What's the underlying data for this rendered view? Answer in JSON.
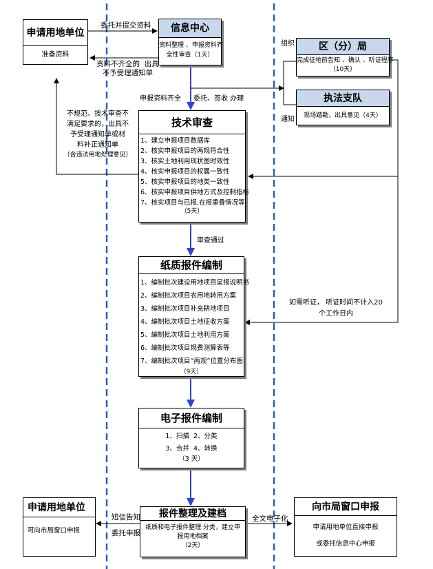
{
  "colors": {
    "arrow_blue": "#3344cc",
    "dash_blue": "#2a5fb0",
    "header_blue": "#c8d8ec",
    "shadow": "#7f7f7f"
  },
  "boxes": {
    "applicant_top": {
      "title": "申请用地单位",
      "body": "准备资料"
    },
    "info_center": {
      "title": "信息中心",
      "body": [
        "资料整理 、申报资料齐",
        "全性审查（1天）"
      ]
    },
    "district": {
      "title": "区（分）局",
      "body": [
        "完成征地前告知 、确认 、听证程序",
        "（10天）"
      ]
    },
    "enforcement": {
      "title": "执法支队",
      "body": "现场踏勘，出具意见（4天）"
    },
    "tech_review": {
      "title": "技术审查",
      "items": [
        "1、建立申报项目数据库",
        "2、核实申报项目的两规符合性",
        "3、核实土地利用现状图时效性",
        "4、核实申报项目的权属一致性",
        "5、核实申报项目的地类一致性",
        "6、核实申报项目供地方式及控制指标",
        "7、核实项目与已报,在报重叠情况等"
      ],
      "days": "（5天）"
    },
    "paper": {
      "title": "纸质报件编制",
      "items": [
        "1、编制批次建设用地项目呈报说明书",
        "2、编制批次项目农用地转用方案",
        "3、编制批次项目补充耕地项目",
        "4、编制批次项目土地征收方案",
        "5、编制批次项目土地利用方案",
        "6、编制批次项目规费测算表等",
        "7、编制批次项目“两规”位置分布图"
      ],
      "days": "（9天）"
    },
    "electronic": {
      "title": "电子报件编制",
      "items": [
        "1、扫描  2、分类",
        "3、合并  4、转换"
      ],
      "days": "（3 天）"
    },
    "archive": {
      "title": "报件整理及建档",
      "body": [
        "纸质和电子报件整理 分类，建立申",
        "报用地档案"
      ],
      "days": "（2天）"
    },
    "applicant_bottom": {
      "title": "申请用地单位",
      "body": "可向市局窗口申报"
    },
    "window": {
      "title": "向市局窗口申报",
      "body": [
        "申请用地单位直接申报",
        "或委托信息中心申报"
      ]
    }
  },
  "labels": {
    "entrust_submit": "委托并提交资料",
    "incomplete": [
      "资料不齐全的  出具",
      "不予受理通知单"
    ],
    "complete_entrust": [
      "申报资料齐全",
      "委托、签收 办理"
    ],
    "organize": "组织",
    "notify": "通知",
    "nonstandard": [
      "不规范、技术审查不",
      "满足要求的，出具不",
      "予受理通知单或材",
      "料补正通知单",
      "（含违法用地处理意见）"
    ],
    "review_passed": "审查通过",
    "hearing": [
      "如需听证， 听证时间不计入20",
      "个工作日内"
    ],
    "sms_notify": "短信告知",
    "entrust_submit_short": "委托申报",
    "full_electronic": "全文电子化"
  }
}
